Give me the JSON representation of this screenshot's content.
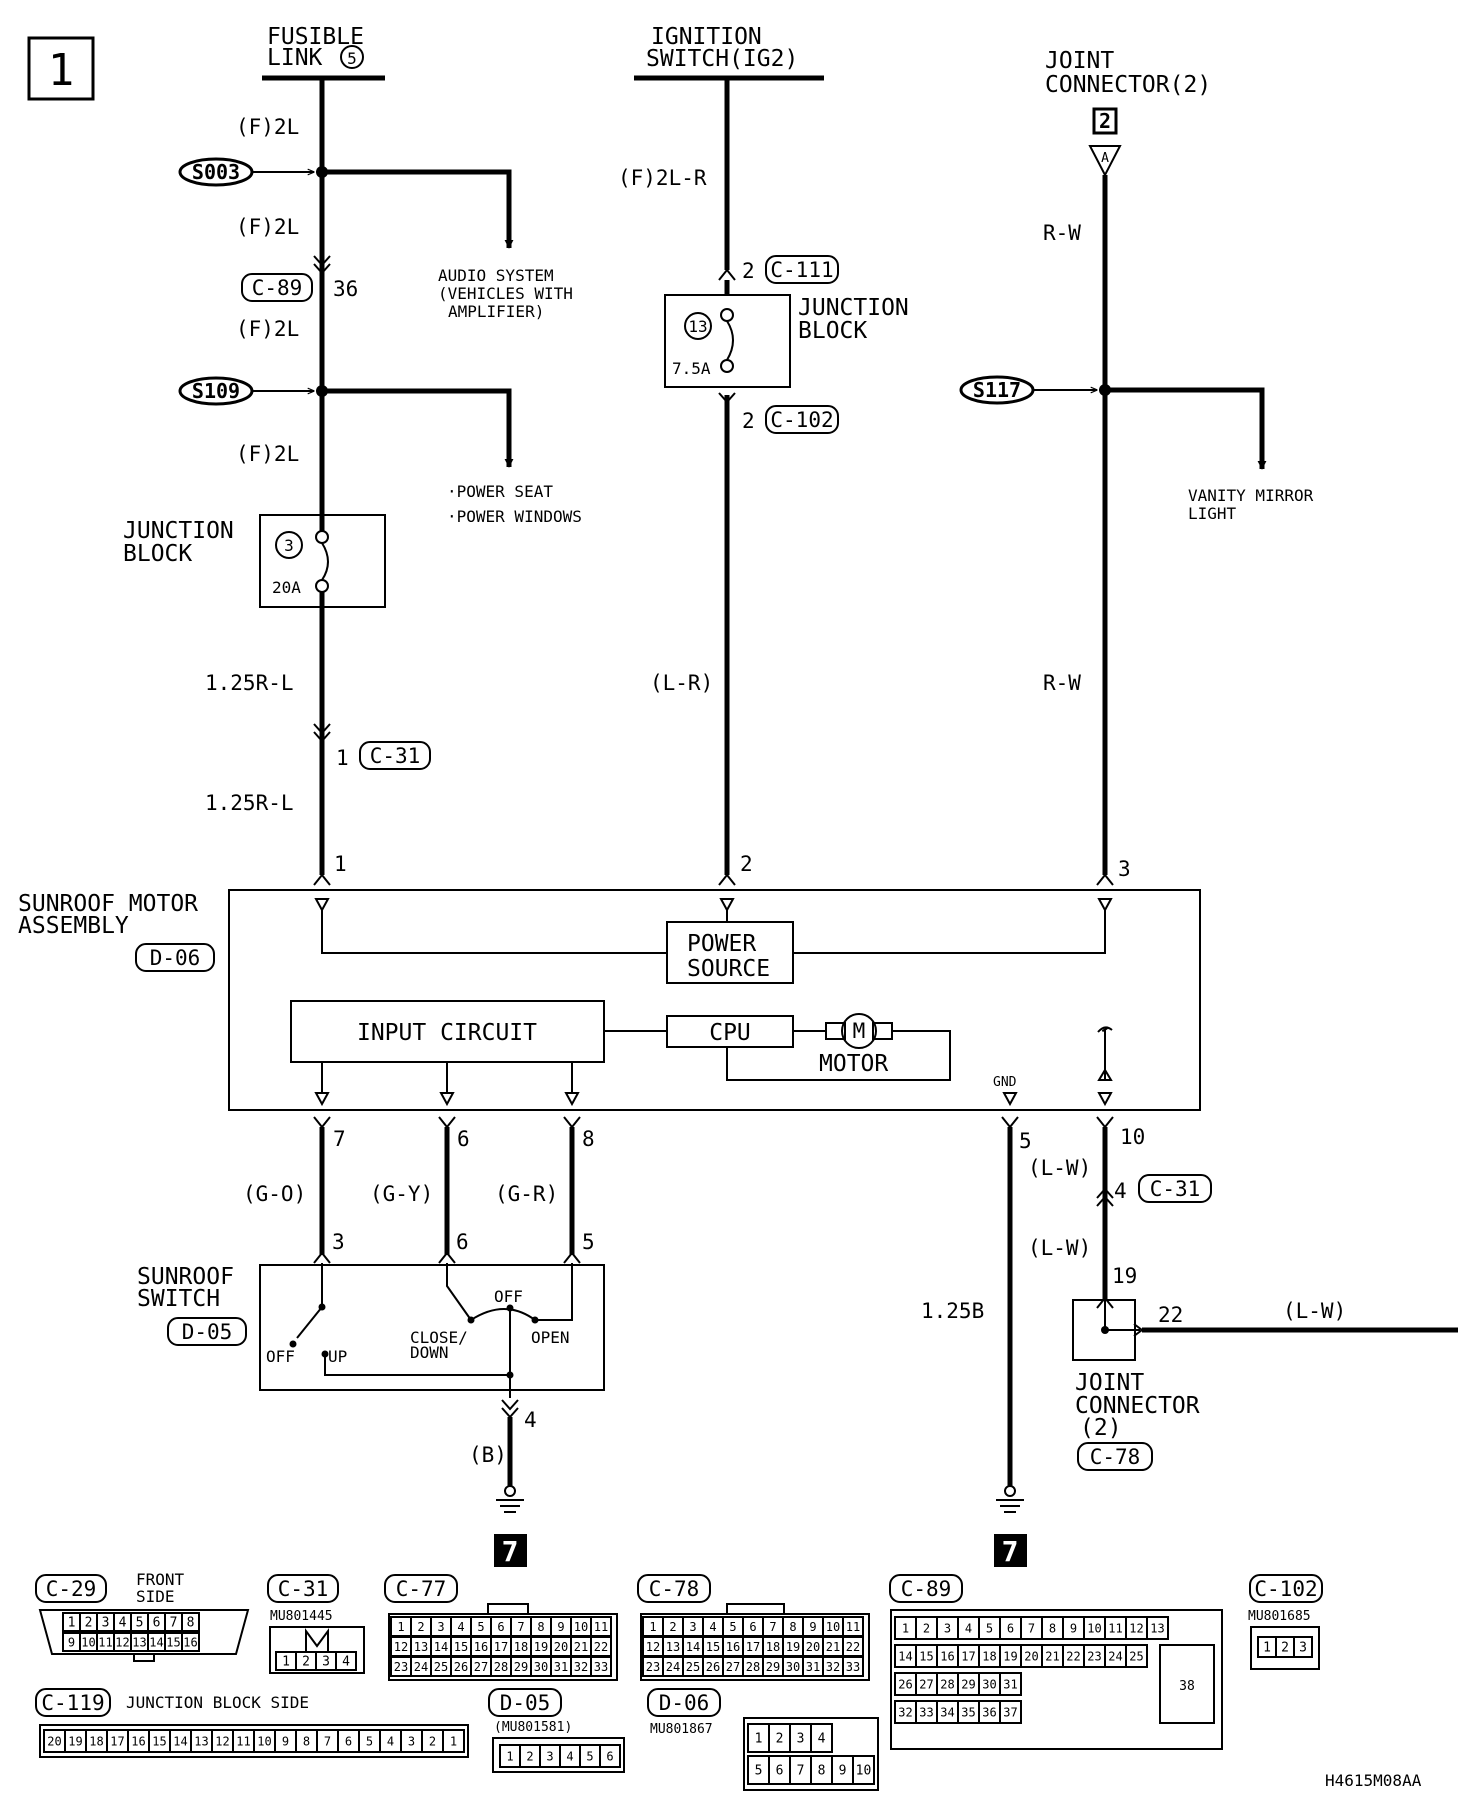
{
  "page_number": "1",
  "diagram_id": "H4615M08AA",
  "top": {
    "fusible_link_l1": "FUSIBLE",
    "fusible_link_l2": "LINK",
    "fusible_link_num": "5",
    "ignition_l1": "IGNITION",
    "ignition_l2": "SWITCH(IG2)",
    "joint_l1": "JOINT",
    "joint_l2": "CONNECTOR(2)",
    "joint_ref": "2",
    "joint_pin": "A"
  },
  "wires": {
    "f2l": "(F)2L",
    "f2lr": "(F)2L-R",
    "rw": "R-W",
    "r125l": "1.25R-L",
    "lr": "(L-R)",
    "go": "(G-O)",
    "gy": "(G-Y)",
    "gr": "(G-R)",
    "lw": "(L-W)",
    "b": "(B)",
    "b125": "1.25B"
  },
  "splices": {
    "s003": "S003",
    "s109": "S109",
    "s117": "S117"
  },
  "branches": {
    "audio_l1": "AUDIO SYSTEM",
    "audio_l2": "(VEHICLES WITH",
    "audio_l3": "AMPLIFIER)",
    "power_seat": "·POWER SEAT",
    "power_windows": "·POWER WINDOWS",
    "vanity_l1": "VANITY MIRROR",
    "vanity_l2": "LIGHT"
  },
  "junction_block": {
    "label_l1": "JUNCTION",
    "label_l2": "BLOCK",
    "fuse3_num": "3",
    "fuse3_rating": "20A",
    "fuse13_num": "13",
    "fuse13_rating": "7.5A"
  },
  "connectors": {
    "c89": "C-89",
    "c31": "C-31",
    "c111": "C-111",
    "c102": "C-102",
    "c78": "C-78",
    "d06": "D-06",
    "d05": "D-05"
  },
  "pins": {
    "p36": "36",
    "p1": "1",
    "p2": "2",
    "p3": "3",
    "p4": "4",
    "p5": "5",
    "p6": "6",
    "p7": "7",
    "p8": "8",
    "p10": "10",
    "p19": "19",
    "p22": "22"
  },
  "motor_assembly": {
    "label_l1": "SUNROOF MOTOR",
    "label_l2": "ASSEMBLY",
    "power_source_l1": "POWER",
    "power_source_l2": "SOURCE",
    "input_circuit": "INPUT CIRCUIT",
    "cpu": "CPU",
    "motor_symbol": "M",
    "motor": "MOTOR",
    "gnd": "GND"
  },
  "sunroof_switch": {
    "label_l1": "SUNROOF",
    "label_l2": "SWITCH",
    "off_left": "OFF",
    "up": "UP",
    "off_top": "OFF",
    "close_l1": "CLOSE/",
    "close_l2": "DOWN",
    "open": "OPEN"
  },
  "joint_connector_2": {
    "l1": "JOINT",
    "l2": "CONNECTOR",
    "l3": "(2)"
  },
  "ground_ref": "7",
  "legend": {
    "c29_title": "C-29",
    "c29_note_l1": "FRONT",
    "c29_note_l2": "SIDE",
    "c29_row1": [
      "1",
      "2",
      "3",
      "4",
      "5",
      "6",
      "7",
      "8"
    ],
    "c29_row2": [
      "9",
      "10",
      "11",
      "12",
      "13",
      "14",
      "15",
      "16"
    ],
    "c31_title": "C-31",
    "c31_part": "MU801445",
    "c31_row": [
      "1",
      "2",
      "3",
      "4"
    ],
    "c77_title": "C-77",
    "c78_title": "C-78",
    "grid22_row1": [
      "1",
      "2",
      "3",
      "4",
      "5",
      "6",
      "7",
      "8",
      "9",
      "10",
      "11"
    ],
    "grid22_row2": [
      "12",
      "13",
      "14",
      "15",
      "16",
      "17",
      "18",
      "19",
      "20",
      "21",
      "22"
    ],
    "grid22_row3": [
      "23",
      "24",
      "25",
      "26",
      "27",
      "28",
      "29",
      "30",
      "31",
      "32",
      "33"
    ],
    "c89_title": "C-89",
    "c89_row1": [
      "1",
      "2",
      "3",
      "4",
      "5",
      "6",
      "7",
      "8",
      "9",
      "10",
      "11",
      "12",
      "13"
    ],
    "c89_row2": [
      "14",
      "15",
      "16",
      "17",
      "18",
      "19",
      "20",
      "21",
      "22",
      "23",
      "24",
      "25"
    ],
    "c89_row3": [
      "26",
      "27",
      "28",
      "29",
      "30",
      "31"
    ],
    "c89_row4": [
      "32",
      "33",
      "34",
      "35",
      "36",
      "37"
    ],
    "c89_big": "38",
    "c102_title": "C-102",
    "c102_part": "MU801685",
    "c102_row": [
      "1",
      "2",
      "3"
    ],
    "c119_title": "C-119",
    "c119_note": "JUNCTION BLOCK SIDE",
    "c119_row": [
      "20",
      "19",
      "18",
      "17",
      "16",
      "15",
      "14",
      "13",
      "12",
      "11",
      "10",
      "9",
      "8",
      "7",
      "6",
      "5",
      "4",
      "3",
      "2",
      "1"
    ],
    "d05_title": "D-05",
    "d05_part": "(MU801581)",
    "d05_row": [
      "1",
      "2",
      "3",
      "4",
      "5",
      "6"
    ],
    "d06_title": "D-06",
    "d06_part": "MU801867",
    "d06_row1": [
      "1",
      "2",
      "3",
      "4"
    ],
    "d06_row2": [
      "5",
      "6",
      "7",
      "8",
      "9",
      "10"
    ]
  }
}
